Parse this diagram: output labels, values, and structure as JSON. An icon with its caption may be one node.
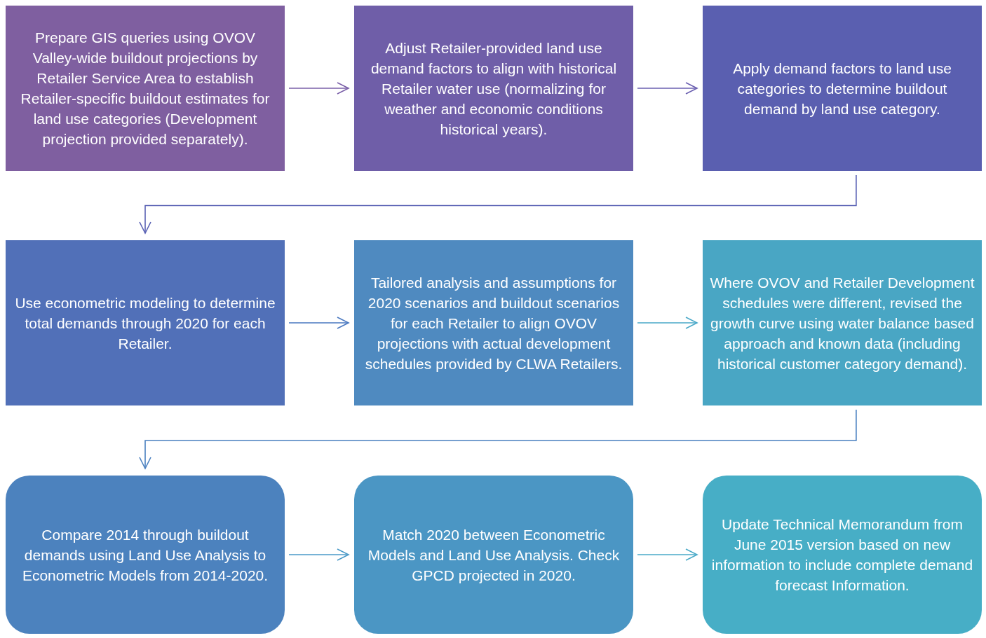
{
  "diagram": {
    "nodes": [
      {
        "text": [
          "Prepare GIS queries using OVOV Valley-wide buildout projections by Retailer Service Area to establish Retailer-specific buildout estimates for land use categories (Development projection provided separately)."
        ]
      },
      {
        "text": [
          "Adjust Retailer-provided land use demand factors to align with historical Retailer water use (normalizing for weather and economic conditions historical years)."
        ]
      },
      {
        "text": [
          "Apply demand factors to land use categories to determine buildout demand by land use category."
        ]
      },
      {
        "text": [
          "Use econometric modeling to determine total demands through 2020 for each Retailer."
        ]
      },
      {
        "text": [
          "Tailored analysis and assumptions for 2020 scenarios and buildout scenarios for each Retailer to align OVOV projections with actual development schedules provided by CLWA Retailers."
        ]
      },
      {
        "text": [
          "Where OVOV and Retailer Development schedules were different, revised the growth curve using water balance based approach and known data (including historical customer category demand)."
        ]
      },
      {
        "text": [
          "Compare 2014 through buildout demands using Land Use Analysis to Econometric Models from 2014-2020."
        ]
      },
      {
        "text": [
          "Match 2020 between Econometric Models and Land Use Analysis. Check GPCD projected in 2020."
        ]
      },
      {
        "text": [
          "Update Technical Memorandum from June 2015 version based on new information to include complete demand forecast Information."
        ]
      }
    ],
    "edges": [
      {
        "from": 0,
        "to": 1,
        "arrow": "to",
        "color": "#7a5fa8"
      },
      {
        "from": 1,
        "to": 2,
        "arrow": "to",
        "color": "#6a5fb0"
      },
      {
        "from": 2,
        "to": 3,
        "arrow": "to",
        "color": "#5a62b4"
      },
      {
        "from": 3,
        "to": 4,
        "arrow": "to",
        "color": "#4a78c0"
      },
      {
        "from": 4,
        "to": 5,
        "arrow": "to",
        "color": "#4aa8c8"
      },
      {
        "from": 5,
        "to": 6,
        "arrow": "to",
        "color": "#4a80c0"
      },
      {
        "from": 6,
        "to": 7,
        "arrow": "to",
        "color": "#4a9ac8"
      },
      {
        "from": 7,
        "to": 8,
        "arrow": "to",
        "color": "#4aaac8"
      }
    ]
  }
}
